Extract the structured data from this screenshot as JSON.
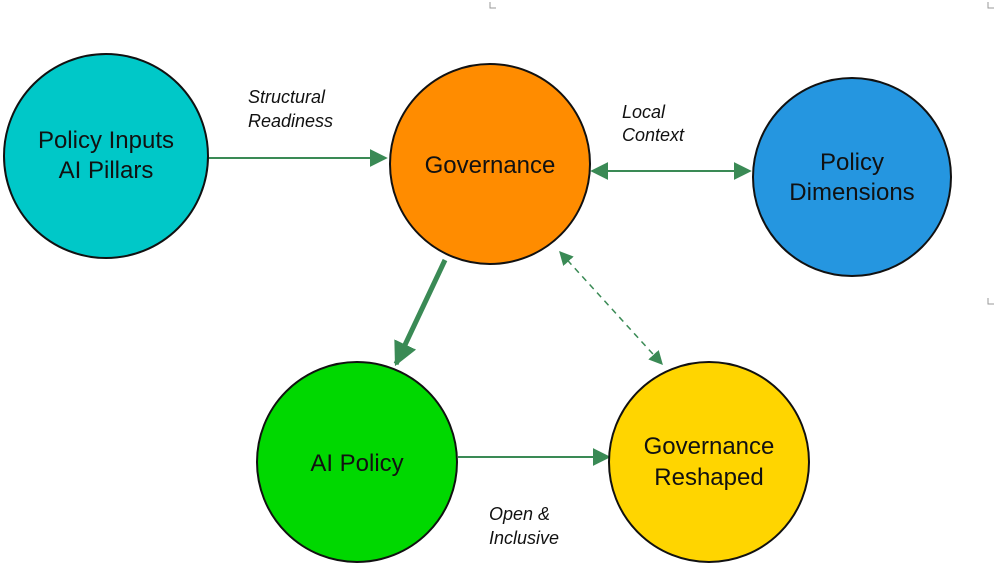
{
  "nodes": {
    "policy_inputs": {
      "lines": [
        "Policy Inputs",
        "AI Pillars"
      ],
      "color": "#00C8C8"
    },
    "governance": {
      "lines": [
        "Governance"
      ],
      "color": "#FF8C00"
    },
    "policy_dimensions": {
      "lines": [
        "Policy",
        "Dimensions"
      ],
      "color": "#2596E0"
    },
    "ai_policy": {
      "lines": [
        "AI Policy"
      ],
      "color": "#00D800"
    },
    "governance_reshaped": {
      "lines": [
        "Governance",
        "Reshaped"
      ],
      "color": "#FFD500"
    }
  },
  "edges": {
    "structural": {
      "label": [
        "Structural",
        "Readiness"
      ],
      "from": "policy_inputs",
      "to": "governance",
      "style": "solid"
    },
    "local_context": {
      "label": [
        "Local",
        "Context"
      ],
      "from": "governance",
      "to": "policy_dimensions",
      "style": "solid-bidirectional"
    },
    "gov_to_ai": {
      "from": "governance",
      "to": "ai_policy",
      "style": "solid-thick"
    },
    "gov_reshaped": {
      "from": "governance",
      "to": "governance_reshaped",
      "style": "dashed-bidirectional"
    },
    "open_inclusive": {
      "label": [
        "Open &",
        "Inclusive"
      ],
      "from": "ai_policy",
      "to": "governance_reshaped",
      "style": "solid"
    }
  },
  "colors": {
    "edge": "#2E8B57",
    "outline": "#111111"
  }
}
